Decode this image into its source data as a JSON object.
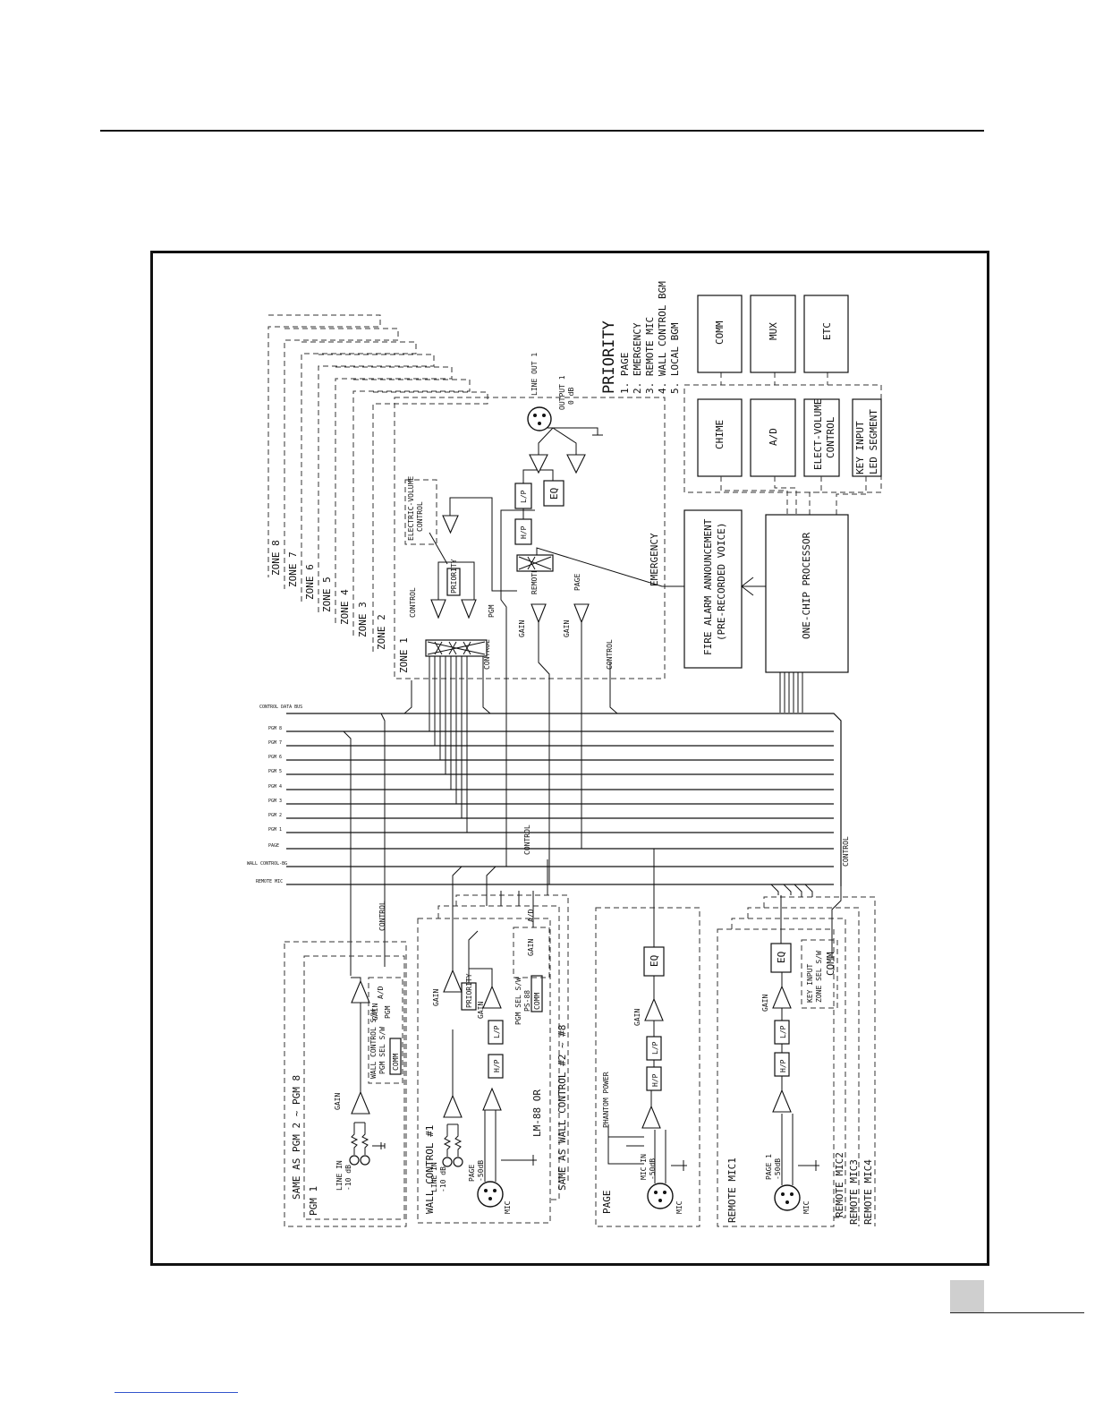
{
  "priority": {
    "heading": "PRIORITY",
    "items": [
      "1. PAGE",
      "2. EMERGENCY",
      "3. REMOTE MIC",
      "4. WALL CONTROL BGM",
      "5. LOCAL BGM"
    ]
  },
  "zones": [
    "ZONE 1",
    "ZONE 2",
    "ZONE 3",
    "ZONE 4",
    "ZONE 5",
    "ZONE 6",
    "ZONE 7",
    "ZONE 8"
  ],
  "blocks": {
    "comm": "COMM",
    "mux": "MUX",
    "etc": "ETC",
    "chime": "CHIME",
    "ad": "A/D",
    "elect_volume_1": "ELECT-VOLUME",
    "elect_volume_2": "CONTROL",
    "key_input_1": "KEY INPUT",
    "key_input_2": "LED SEGMENT",
    "fire_alarm_1": "FIRE ALARM ANNOUNCEMENT",
    "fire_alarm_2": "(PRE-RECORDED VOICE)",
    "processor": "ONE-CHIP PROCESSOR",
    "zone_volume_1": "ELECTRIC-VOLUME",
    "zone_volume_2": "CONTROL"
  },
  "zone1_labels": {
    "emergency": "EMERGENCY",
    "control": "CONTROL",
    "control2": "CONTROL",
    "control3": "CONTROL",
    "pgm": "PGM",
    "remote": "REMOTE",
    "page": "PAGE",
    "eq": "EQ",
    "lp": "L/P",
    "hp": "H/P",
    "gain1": "GAIN",
    "gain2": "GAIN",
    "line_out": "LINE OUT 1",
    "output": "OUTPUT 1",
    "output_level": "0 dB",
    "priority_block": "PRIORITY"
  },
  "bus_lines": [
    "CONTROL DATA BUS",
    "PGM 8",
    "PGM 7",
    "PGM 6",
    "PGM 5",
    "PGM 4",
    "PGM 3",
    "PGM 2",
    "PGM 1",
    "PAGE",
    "WALL CONTROL-BG",
    "REMOTE MIC"
  ],
  "bus_control": "CONTROL",
  "bus_control2": "CONTROL",
  "pgm_section": {
    "title": "PGM 1",
    "same_as": "SAME AS PGM 2 ~ PGM 8",
    "wall_sel": "WALL CONTROL S/W",
    "pgm_sel": "PGM SEL S/W",
    "comm": "COMM",
    "ad": "A/D",
    "control": "CONTROL",
    "gain": "GAIN",
    "gain2": "GAIN",
    "line_in_1": "LINE IN",
    "line_in_2": "-10 dB",
    "pgm": "PGM"
  },
  "wall_section": {
    "title": "WALL CONTROL #1",
    "same_as": "SAME AS WALL CONTROL #2 ~ #8",
    "model": "LM-88 OR",
    "pgm_sel": "PGM SEL S/W",
    "ps": "PS-88",
    "comm": "COMM",
    "ad": "A/D",
    "gain": "GAIN",
    "gain2": "GAIN",
    "gain3": "GAIN",
    "priority": "PRIORITY",
    "lp": "L/P",
    "hp": "H/P",
    "mic": "MIC",
    "page_in": "PAGE",
    "page_in_2": "-50dB",
    "line_in_1": "LINE IN",
    "line_in_2": "-10 dB"
  },
  "page_section": {
    "title": "PAGE",
    "eq": "EQ",
    "lp": "L/P",
    "hp": "H/P",
    "gain": "GAIN",
    "phantom": "PHANTOM POWER",
    "mic": "MIC",
    "mic_in": "MIC IN",
    "mic_in_2": "-50dB"
  },
  "remote_section": {
    "titles": [
      "REMOTE MIC1",
      "REMOTE MIC2",
      "REMOTE MIC3",
      "REMOTE MIC4"
    ],
    "eq": "EQ",
    "key_input": "KEY INPUT",
    "zone_sel": "ZONE SEL S/W",
    "comm": "COMM",
    "lp": "L/P",
    "hp": "H/P",
    "gain": "GAIN",
    "mic": "MIC",
    "page_in": "PAGE 1",
    "page_in_2": "-50dB"
  }
}
